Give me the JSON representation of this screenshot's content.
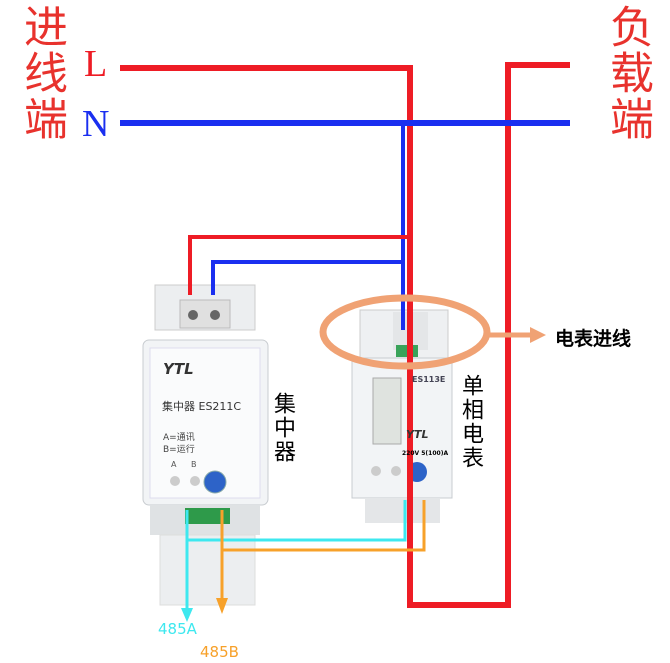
{
  "labels": {
    "incoming": "进线端",
    "outgoing": "负载端",
    "line": "L",
    "neutral": "N",
    "meter_input": "电表进线",
    "a485": "485A",
    "b485": "485B"
  },
  "collector": {
    "brand": "YTL",
    "model": "集中器 ES211C",
    "legend_a": "A=通讯",
    "legend_b": "B=运行",
    "led_a": "A",
    "led_b": "B",
    "caption": "集中器"
  },
  "meter": {
    "model": "ES113E",
    "brand": "YTL",
    "rating": "220V 5(100)A",
    "caption": "单相电表"
  },
  "colors": {
    "live": "#ee1c25",
    "neutral": "#1a2ff0",
    "a485": "#3ee8ef",
    "b485": "#f7a12a",
    "highlight": "#f0a274"
  }
}
